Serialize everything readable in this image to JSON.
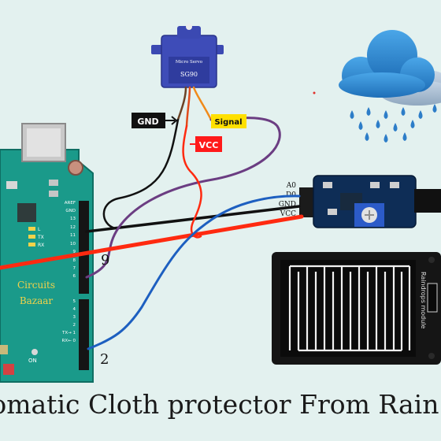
{
  "caption": "Automatic Cloth protector From Rain Protection",
  "servo": {
    "brand": "Micro Servo",
    "model": "SG90"
  },
  "arduino": {
    "brand_line1": "Circuits",
    "brand_line2": "Bazaar",
    "header_labels": [
      "AREF",
      "GND",
      "13",
      "12",
      "11",
      "10",
      "9",
      "8",
      "7",
      "6",
      "5",
      "4",
      "3",
      "2",
      "TX→ 1",
      "RX← 0"
    ],
    "led_labels": [
      "L",
      "TX",
      "RX"
    ],
    "on_label": "ON"
  },
  "wire_labels": {
    "gnd": "GND",
    "signal": "Signal",
    "vcc": "VCC"
  },
  "pin_callouts": {
    "pin9": "9",
    "pin2": "2"
  },
  "sensor_module": {
    "pins": [
      "A0",
      "D0",
      "GND",
      "VCC"
    ]
  },
  "rain_plate": {
    "label": "Raindrops module"
  },
  "colors": {
    "background": "#e3f1ef",
    "board": "#1a9a8a",
    "wire_red": "#ff2a10",
    "wire_black": "#111111",
    "wire_purple": "#6b3d82",
    "wire_blue": "#1d5fc0",
    "label_yellow": "#ffe000"
  }
}
